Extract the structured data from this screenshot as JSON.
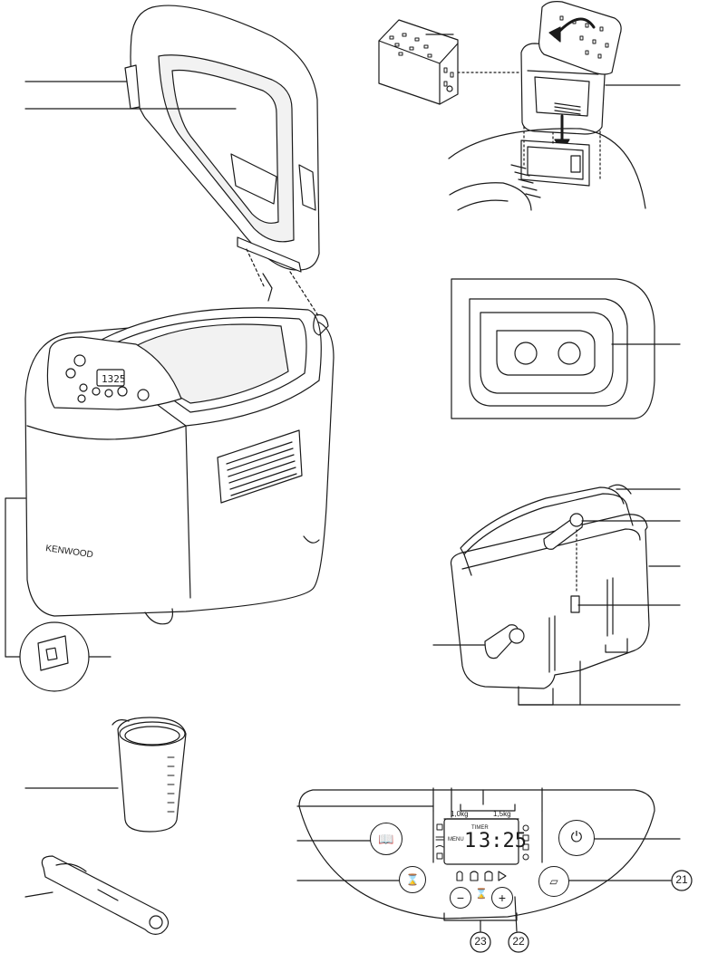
{
  "machine": {
    "brand_label": "KENWOOD"
  },
  "display": {
    "loaf_small": "1,0kg",
    "loaf_large": "1,5kg",
    "timer_label": "TIMER",
    "menu_label": "MENU",
    "program_digit": "1",
    "time_digits": "3:25"
  },
  "callouts": {
    "delay_start_number": "21",
    "start_stop_number": "22",
    "timer_buttons_number": "23"
  },
  "colors": {
    "line": "#1a1a1a",
    "fill": "#ffffff",
    "soft": "#f2f2f2"
  },
  "icons": {
    "menu_button": "recipe-book-icon",
    "timer_button": "hourglass-icon",
    "delay_button": "bread-loaf-icon",
    "power_button": "power-icon",
    "minus_button": "minus-icon",
    "plus_button": "plus-icon"
  }
}
